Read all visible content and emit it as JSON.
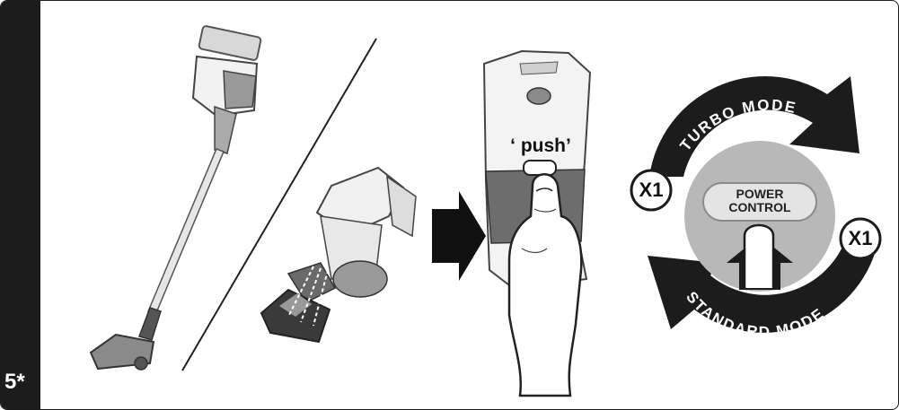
{
  "step": {
    "number": "5*"
  },
  "press": {
    "label": "‘ push’"
  },
  "power_control": {
    "line1": "POWER",
    "line2": "CONTROL"
  },
  "modes": {
    "turbo": "TURBO MODE",
    "standard": "STANDARD MODE",
    "press_count": "X1"
  },
  "colors": {
    "dark": "#1c1c1c",
    "mid_grey": "#b8b8b8",
    "light_grey": "#e4e4e4"
  }
}
